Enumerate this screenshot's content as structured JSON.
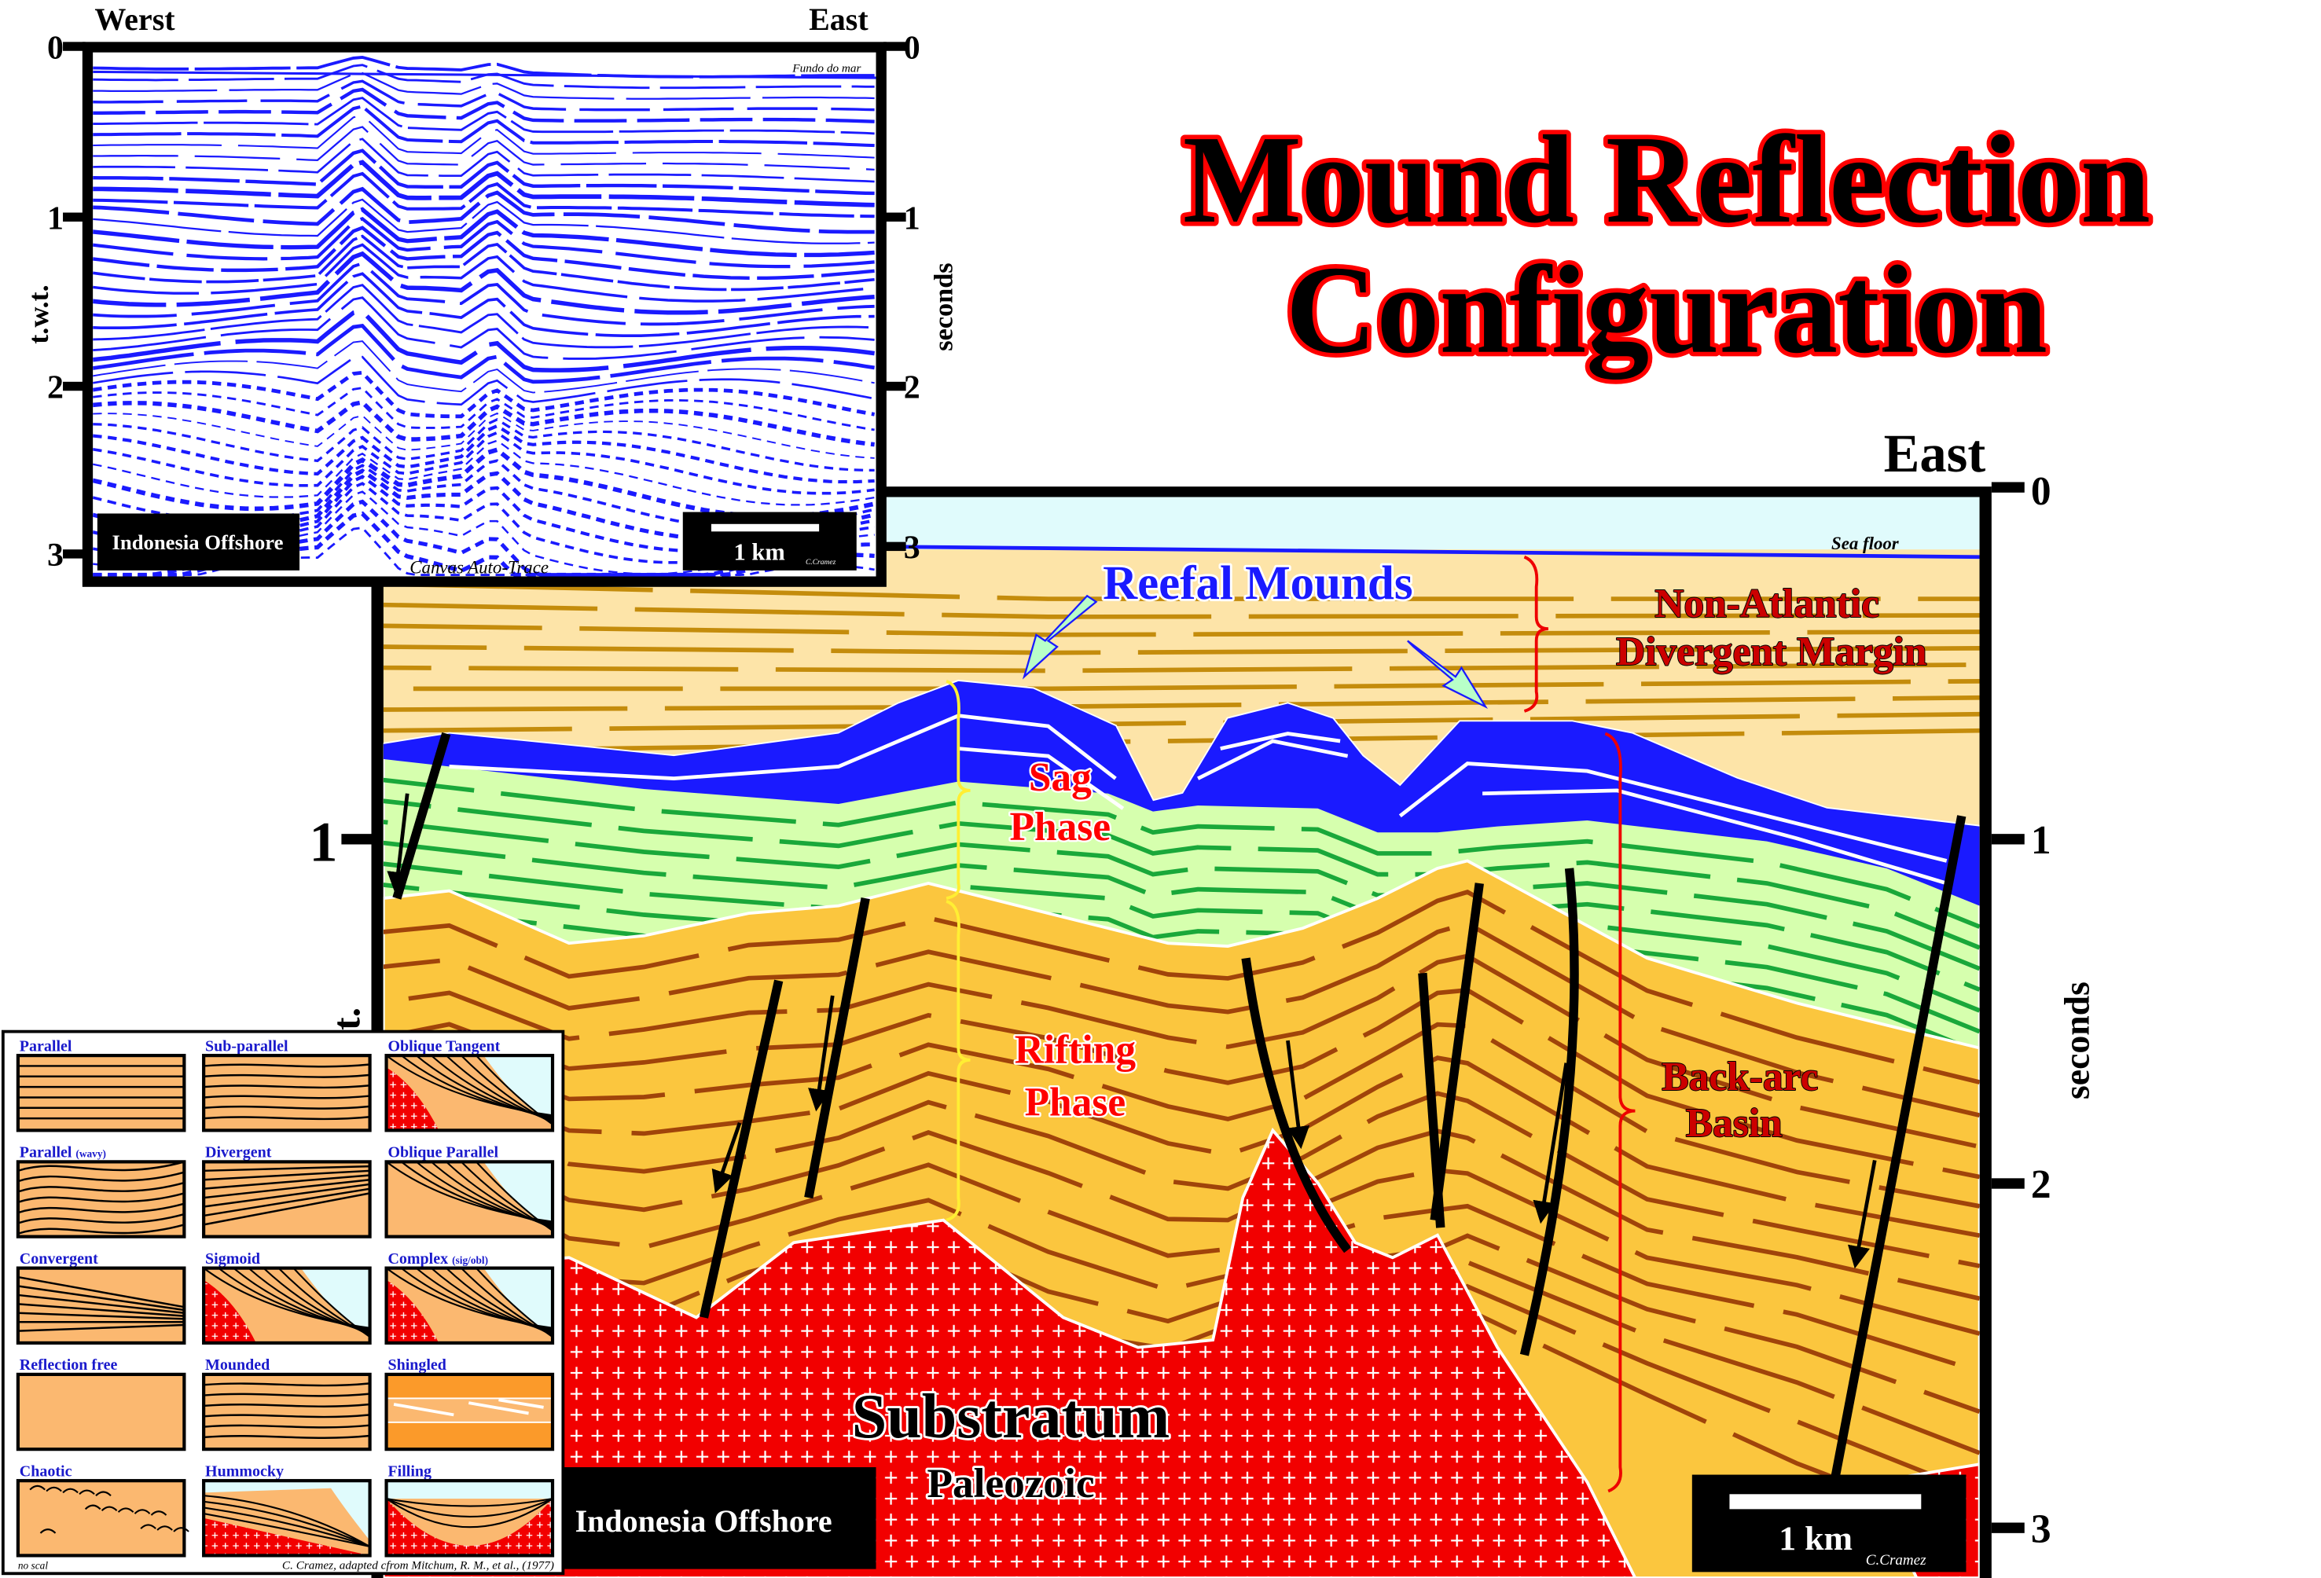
{
  "title": {
    "line1": "Mound Reflection",
    "line2": "Configuration"
  },
  "seismic_panel": {
    "west_label": "Werst",
    "east_label": "East",
    "left_ticks": [
      "0",
      "1",
      "2",
      "3"
    ],
    "right_ticks": [
      "0",
      "1",
      "2",
      "3"
    ],
    "left_axis_label": "t.w.t.",
    "right_axis_label": "seconds",
    "seafloor_label": "Fundo do mar",
    "location_label": "Indonesia Offshore",
    "scale_label": "1 km",
    "credit": "C.Cramez",
    "software_label": "Canvas Auto-Trace"
  },
  "interpretation_panel": {
    "east_label": "East",
    "right_ticks": [
      "0",
      "1",
      "2",
      "3"
    ],
    "left_tick": "1",
    "left_axis_label": "t.w.t.",
    "right_axis_label": "seconds",
    "seafloor_label": "Sea floor",
    "reefal_label": "Reefal Mounds",
    "margin_label_1": "Non-Atlantic",
    "margin_label_2": "Divergent Margin",
    "sag_label_1": "Sag",
    "sag_label_2": "Phase",
    "rifting_label_1": "Rifting",
    "rifting_label_2": "Phase",
    "backarc_label_1": "Back-arc",
    "backarc_label_2": "Basin",
    "substratum_label": "Substratum",
    "paleozoic_label": "Paleozoic",
    "location_label": "Indonesia Offshore",
    "scale_label": "1 km",
    "credit": "C.Cramez"
  },
  "legend": {
    "items": [
      {
        "label": "Parallel",
        "type": "parallel"
      },
      {
        "label": "Sub-parallel",
        "type": "subparallel"
      },
      {
        "label": "Oblique Tangent",
        "type": "oblique-tangent"
      },
      {
        "label": "Parallel",
        "suffix": "(wavy)",
        "type": "wavy"
      },
      {
        "label": "Divergent",
        "type": "divergent"
      },
      {
        "label": "Oblique Parallel",
        "type": "oblique-parallel"
      },
      {
        "label": "Convergent",
        "type": "convergent"
      },
      {
        "label": "Sigmoid",
        "type": "sigmoid"
      },
      {
        "label": "Complex",
        "suffix": "(sig/obl)",
        "type": "complex"
      },
      {
        "label": "Reflection free",
        "type": "free"
      },
      {
        "label": "Mounded",
        "type": "mounded"
      },
      {
        "label": "Shingled",
        "type": "shingled"
      },
      {
        "label": "Chaotic",
        "type": "chaotic"
      },
      {
        "label": "Hummocky",
        "type": "hummocky"
      },
      {
        "label": "Filling",
        "type": "filling"
      }
    ],
    "footer_left": "no scal",
    "footer_right": "C. Cramez, adapted cfrom Mitchum, R. M., et al., (1977)"
  },
  "colors": {
    "seismic_blue": "#1a1aff",
    "sea": "#e0fbfc",
    "upper_fill": "#fde4a8",
    "sag_fill": "#d6ffae",
    "rift_fill": "#fbc63e",
    "substratum": "#f20000",
    "legend_fill": "#fbb870"
  }
}
